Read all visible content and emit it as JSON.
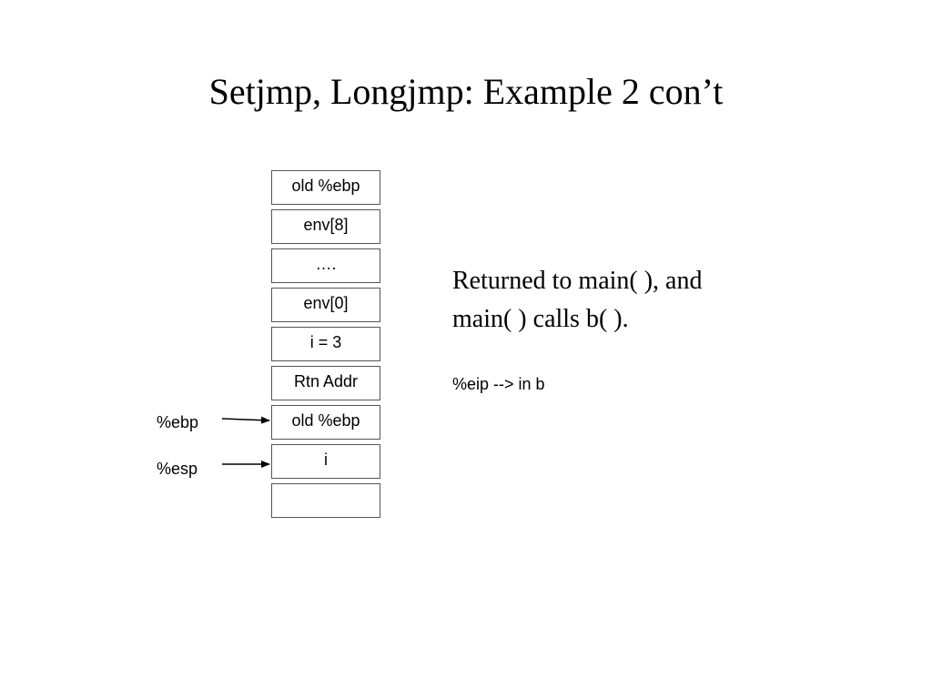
{
  "title": "Setjmp, Longjmp: Example 2 con’t",
  "stack": {
    "cells": [
      "old %ebp",
      "env[8]",
      "….",
      "env[0]",
      "i = 3",
      "Rtn Addr",
      "old %ebp",
      "i",
      ""
    ]
  },
  "pointers": {
    "ebp_label": "%ebp",
    "esp_label": "%esp"
  },
  "note": {
    "line1": "Returned to main( ), and",
    "line2": "main( ) calls b( )."
  },
  "eip_text": "%eip --> in b"
}
